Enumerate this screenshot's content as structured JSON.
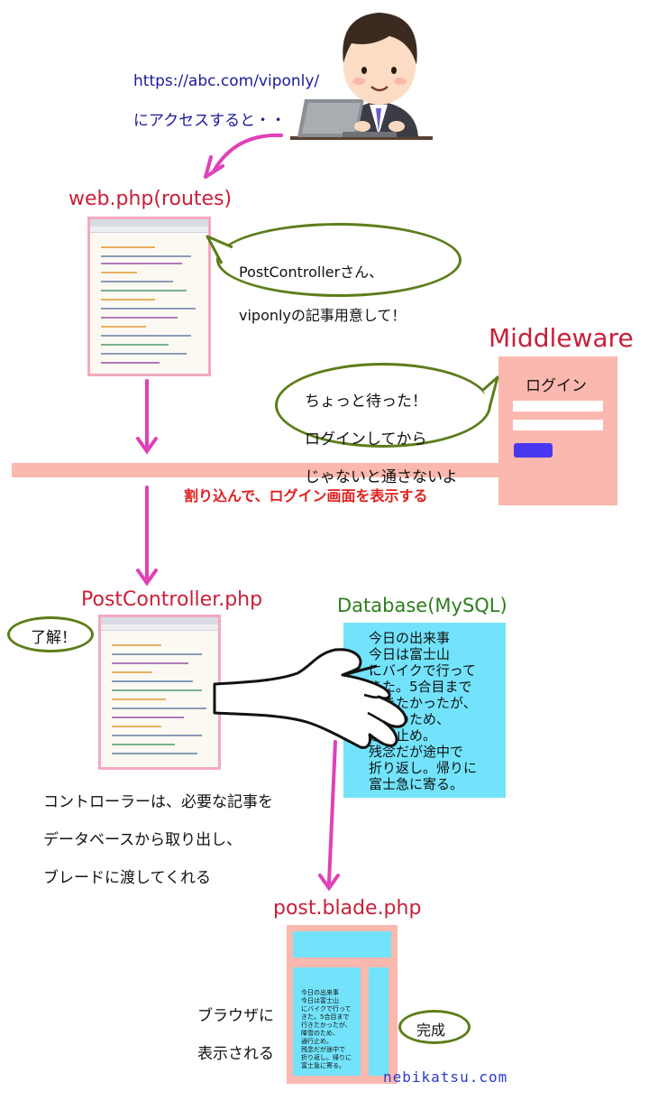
{
  "intro": {
    "line1": "https://abc.com/viponly/",
    "line2": "にアクセスすると・・"
  },
  "routes": {
    "title": "web.php(routes)",
    "bubble_line1": "PostControllerさん、",
    "bubble_line2": "viponlyの記事用意して！"
  },
  "middleware": {
    "title": "Middleware",
    "panel_label": "ログイン",
    "bubble_line1": "ちょっと待った！",
    "bubble_line2": "ログインしてから",
    "bubble_line3": "じゃないと通さないよ",
    "caption": "割り込んで、ログイン画面を表示する"
  },
  "controller": {
    "title": "PostController.php",
    "bubble": "了解！",
    "desc_line1": "コントローラーは、必要な記事を",
    "desc_line2": "データベースから取り出し、",
    "desc_line3": "ブレードに渡してくれる"
  },
  "database": {
    "title": "Database(MySQL)",
    "content": "今日の出来事\n今日は富士山\nにバイクで行って\nきた。5合目まで\n行きたかったが、\n降雪のため、\n通行止め。\n残念だが途中で\n折り返し。帰りに\n富士急に寄る。"
  },
  "blade": {
    "title": "post.blade.php",
    "mini_content": "今日の出来事\n今日は富士山\nにバイクで行って\nきた。5合目まで\n行きたかったが、\n降雪のため、\n通行止め。\n残念だが途中で\n折り返し。帰りに\n富士急に寄る。",
    "browser_line1": "ブラウザに",
    "browser_line2": "表示される",
    "done_bubble": "完成"
  },
  "footer": {
    "site": "nebikatsu.com"
  },
  "colors": {
    "title_red": "#c8203a",
    "db_green": "#2e7d1e",
    "arrow_magenta": "#e040b8",
    "salmon": "#fbb8ae",
    "cyan": "#72e3fb",
    "bubble_border": "#5c7d1a",
    "button_blue": "#4a38f0",
    "link_blue": "#1a1a9a",
    "caption_red": "#e02020"
  }
}
